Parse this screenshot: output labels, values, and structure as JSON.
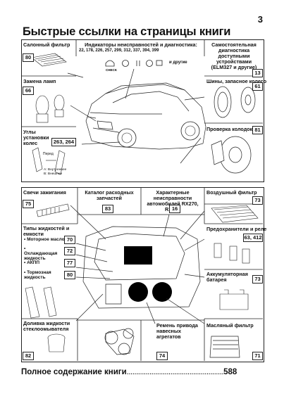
{
  "page": {
    "number": "3",
    "title": "Быстрые ссылки на страницы книги"
  },
  "top": {
    "salon_filter": {
      "label": "Салонный фильтр",
      "page": "80"
    },
    "indicators": {
      "label": "Индикаторы неисправностей и диагностика:",
      "pages": "22, 178, 226, 257, 299, 312, 337, 394, 399",
      "more": "и другие",
      "icon_text": "CHECK"
    },
    "diagnostics": {
      "label": "Самостоятельная диагностика доступными устройствами (ELM327 и другие)",
      "page": "13"
    },
    "lamps": {
      "label": "Замена ламп",
      "page": "66"
    },
    "tires": {
      "label": "Шины, запасное колесо",
      "page": "61"
    },
    "wheel_angles": {
      "label": "Углы установки колес",
      "page": "263, 264",
      "front_label": "Перед",
      "legend_a": "A: Внутреннее",
      "legend_b": "B: Внешнее"
    },
    "brake_pads": {
      "label": "Проверка колодок",
      "page": "81"
    }
  },
  "bottom": {
    "spark_plugs": {
      "label": "Свечи зажигания",
      "page": "75"
    },
    "catalog": {
      "label": "Каталог расходных запчастей",
      "page": "83"
    },
    "faults": {
      "label": "Характерные неисправности автомобилей RX270, RX350",
      "page": "16"
    },
    "air_filter": {
      "label": "Воздушный фильтр",
      "page": "73"
    },
    "fluids": {
      "label": "Типы жидкостей и емкости",
      "items": [
        {
          "label": "• Моторное масло",
          "page": "70"
        },
        {
          "label": "• Охлаждающая жидкость",
          "page": "72"
        },
        {
          "label": "• АКПП",
          "page": "77"
        },
        {
          "label": "• Тормозная жидкость",
          "page": "80"
        }
      ]
    },
    "fuses": {
      "label": "Предохранители и реле",
      "page": "63, 412"
    },
    "battery": {
      "label": "Аккумуляторная батарея",
      "page": "73"
    },
    "washer": {
      "label": "Доливка жидкости стеклоомывателя",
      "page": "82"
    },
    "belt": {
      "label": "Ремень привода навесных агрегатов",
      "page": "74"
    },
    "oil_filter": {
      "label": "Масляный фильтр",
      "page": "71"
    }
  },
  "footer": {
    "label": "Полное содержание книги",
    "dots": "...................................................",
    "page": "588"
  }
}
